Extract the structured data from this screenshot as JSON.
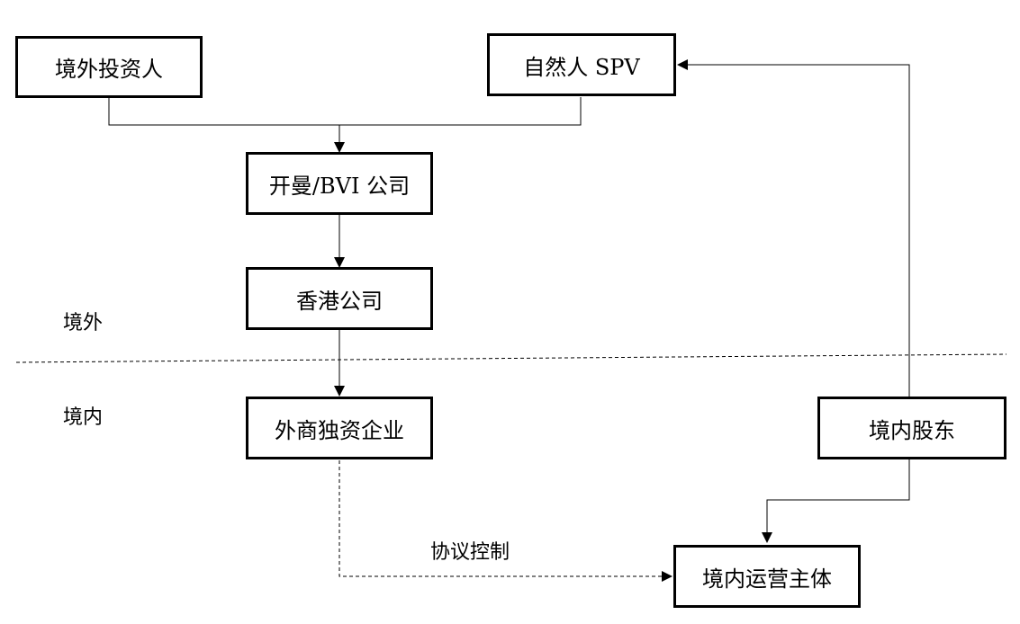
{
  "nodes": {
    "foreign_investor": "境外投资人",
    "natural_person_spv": "自然人 SPV",
    "cayman_bvi": "开曼/BVI 公司",
    "hong_kong": "香港公司",
    "wfoe": "外商独资企业",
    "domestic_shareholders": "境内股东",
    "domestic_operating_entity": "境内运营主体"
  },
  "regions": {
    "offshore": "境外",
    "onshore": "境内"
  },
  "edge_labels": {
    "agreement_control": "协议控制"
  }
}
